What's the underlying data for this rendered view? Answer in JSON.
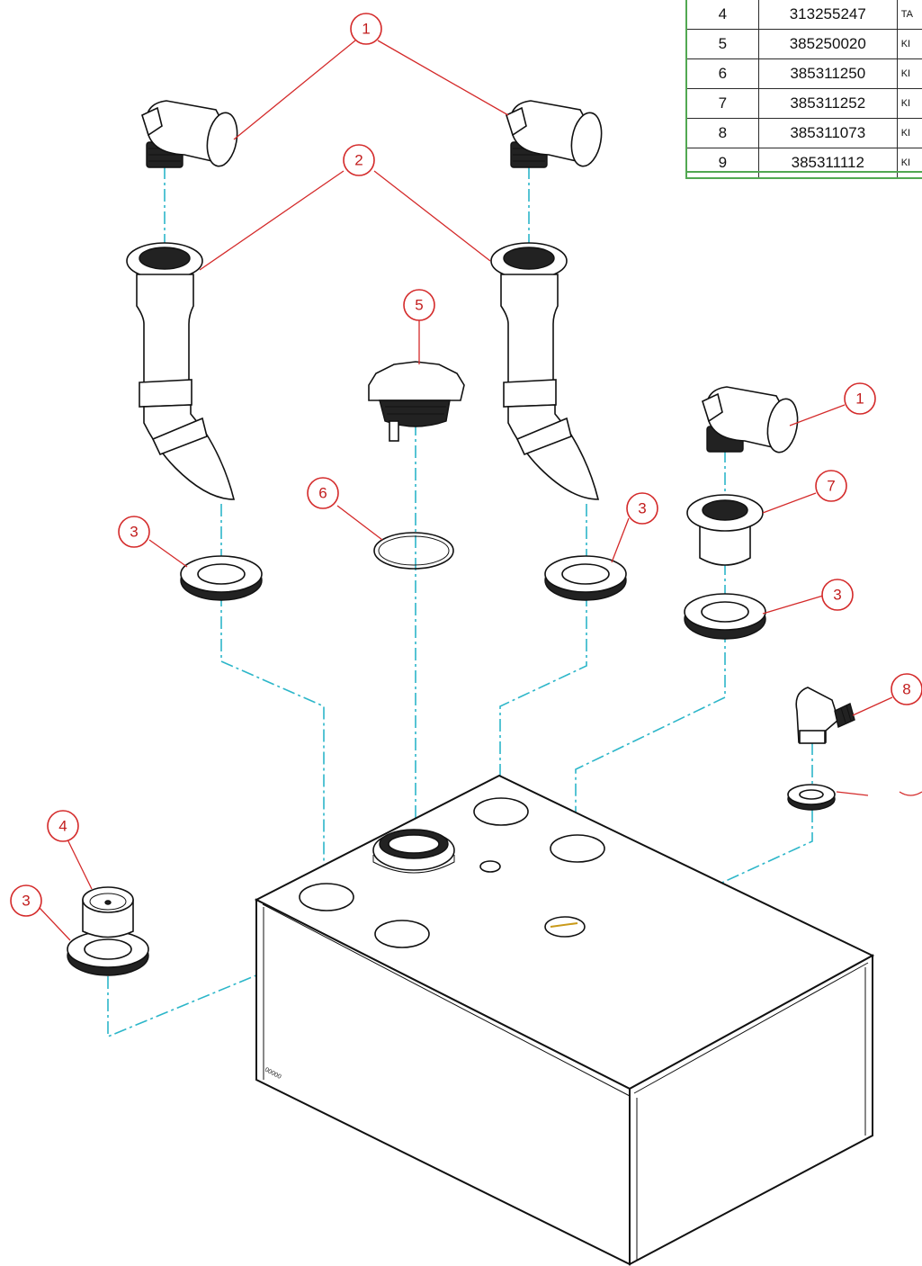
{
  "parts_table": {
    "rows": [
      {
        "item": "4",
        "part": "313255247",
        "desc": "TA"
      },
      {
        "item": "5",
        "part": "385250020",
        "desc": "KI"
      },
      {
        "item": "6",
        "part": "385311250",
        "desc": "KI"
      },
      {
        "item": "7",
        "part": "385311252",
        "desc": "KI"
      },
      {
        "item": "8",
        "part": "385311073",
        "desc": "KI"
      },
      {
        "item": "9",
        "part": "385311112",
        "desc": "KI"
      }
    ]
  },
  "balloons": {
    "b1_top": "1",
    "b2_top": "2",
    "b5": "5",
    "b1_right": "1",
    "b7": "7",
    "b6": "6",
    "b3_left": "3",
    "b3_mid": "3",
    "b3_right": "3",
    "b8": "8",
    "b4": "4",
    "b3_bottom": "3"
  },
  "colors": {
    "balloon": "#d42a2a",
    "centerline": "#2cb6c9",
    "table_frame": "#52a852"
  }
}
